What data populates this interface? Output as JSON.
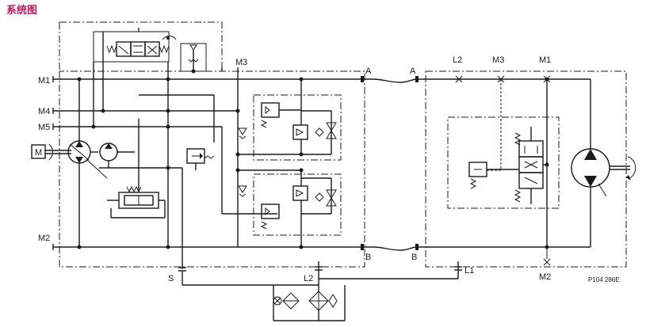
{
  "title": "系统图",
  "labels": {
    "m1_left": "M1",
    "m4": "M4",
    "m5": "M5",
    "m2_left": "M2",
    "motor": "M",
    "m3_top": "M3",
    "a1": "A",
    "a2": "A",
    "b1": "B",
    "b2": "B",
    "l2_top": "L2",
    "m3_right": "M3",
    "m1_right": "M1",
    "m2_right": "M2",
    "s": "S",
    "l2_bottom": "L2",
    "l1": "L1",
    "ref": "P104 286E"
  }
}
